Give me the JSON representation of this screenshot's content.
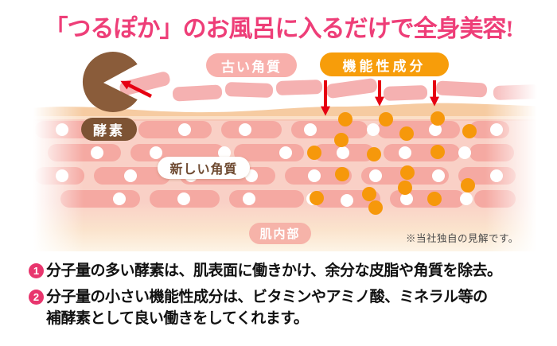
{
  "headline": {
    "text": "「つるぽか」のお風呂に入るだけで全身美容!"
  },
  "diagram": {
    "labels": {
      "old_keratin": "古い角質",
      "functional_ingredient": "機能性成分",
      "enzyme": "酵素",
      "new_keratin": "新しい角質",
      "skin_inner": "肌内部"
    },
    "disclaimer": "※当社独自の見解です。",
    "icons": {
      "enzyme_shape": "pacman-enzyme-icon",
      "absorption_arrows": "red-down-arrow-icon",
      "eating_arrow": "red-left-arrow-icon",
      "ingredient_dots": "orange-dot-icon",
      "moisture_dots": "white-dot-icon"
    },
    "colors": {
      "headline_pink": "#ee3e78",
      "old_keratin_pill": "#f8afab",
      "functional_pill": "#f79d0a",
      "enzyme_pill": "#7d5334",
      "new_keratin_text": "#6f4b32",
      "skin_inner_pill": "#f6b3a9",
      "pacman_brown": "#8a5c3a",
      "flake_pink": "#f5b1b1",
      "surface_tan": "#f6cba1",
      "skin_bg_pink": "#f9d0c6",
      "skin_cell_pink": "#f5a9a2",
      "ingredient_orange": "#f6980b",
      "arrow_red": "#e60012",
      "note_bullet": "#e8356d"
    }
  },
  "notes": [
    {
      "number": "1",
      "lines": [
        "分子量の多い酵素は、肌表面に働きかけ、余分な皮脂や角質を除去。"
      ]
    },
    {
      "number": "2",
      "lines": [
        "分子量の小さい機能性成分は、ビタミンやアミノ酸、ミネラル等の",
        "補酵素として良い働きをしてくれます。"
      ]
    }
  ]
}
